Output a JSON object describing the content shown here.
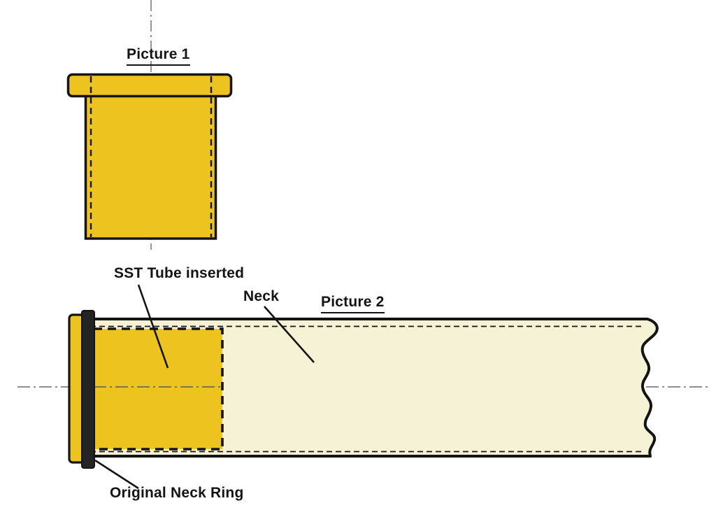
{
  "diagram": {
    "picture1": {
      "title": "Picture 1",
      "description_visible": false
    },
    "picture2": {
      "title": "Picture 2",
      "labels": {
        "sst_tube": "SST Tube inserted",
        "neck": "Neck",
        "neck_ring": "Original Neck Ring"
      }
    }
  },
  "colors": {
    "part_yellow": "#EDC31F",
    "neck_cream": "#F6F2D5",
    "outline_black": "#141414",
    "ring_black": "#242424",
    "centerline_gray": "#6A6A6A",
    "background": "#FFFFFF"
  }
}
